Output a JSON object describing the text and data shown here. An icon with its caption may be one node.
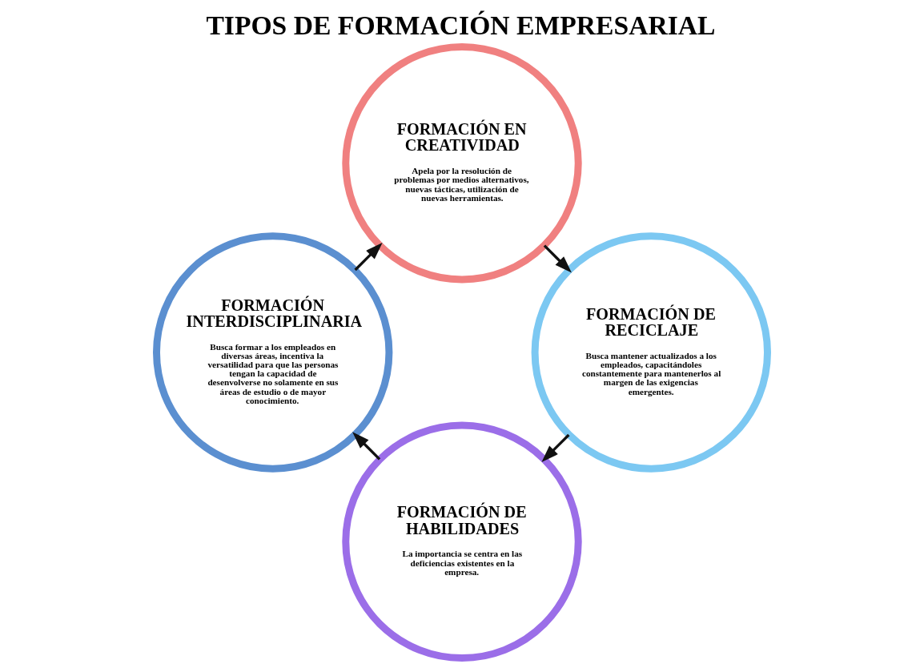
{
  "diagram": {
    "title": "TIPOS DE FORMACIÓN EMPRESARIAL",
    "nodes": [
      {
        "text": [
          "FORMACIÓN DE HABILIDADES",
          "La importancia se centra en las deficiencias existentes en la empresa."
        ]
      },
      {
        "text": [
          "FORMACIÓN DE RECICLAJE",
          "Busca mantener actualizados a los empleados, capacitándoles constantemente para mantenerlos al margen de las exigencias emergentes."
        ]
      },
      {
        "text": [
          "FORMACIÓN INTERDISCIPLINARIA",
          "Busca formar a los empleados en diversas áreas, incentiva la versatilidad para que las personas tengan la capacidad de desenvolverse no solamente en sus áreas de estudio o de mayor conocimiento."
        ]
      },
      {
        "text": [
          "FORMACIÓN EN CREATIVIDAD",
          "Apela por la resolución de problemas por medios alternativos, nuevas tácticas, utilización de nuevas herramientas."
        ]
      }
    ],
    "edges": [
      {
        "from": 1,
        "to": 0,
        "arrow": "to"
      },
      {
        "from": 0,
        "to": 2,
        "arrow": "to"
      },
      {
        "from": 2,
        "to": 3,
        "arrow": "to"
      },
      {
        "from": 3,
        "to": 1,
        "arrow": "to"
      }
    ]
  }
}
